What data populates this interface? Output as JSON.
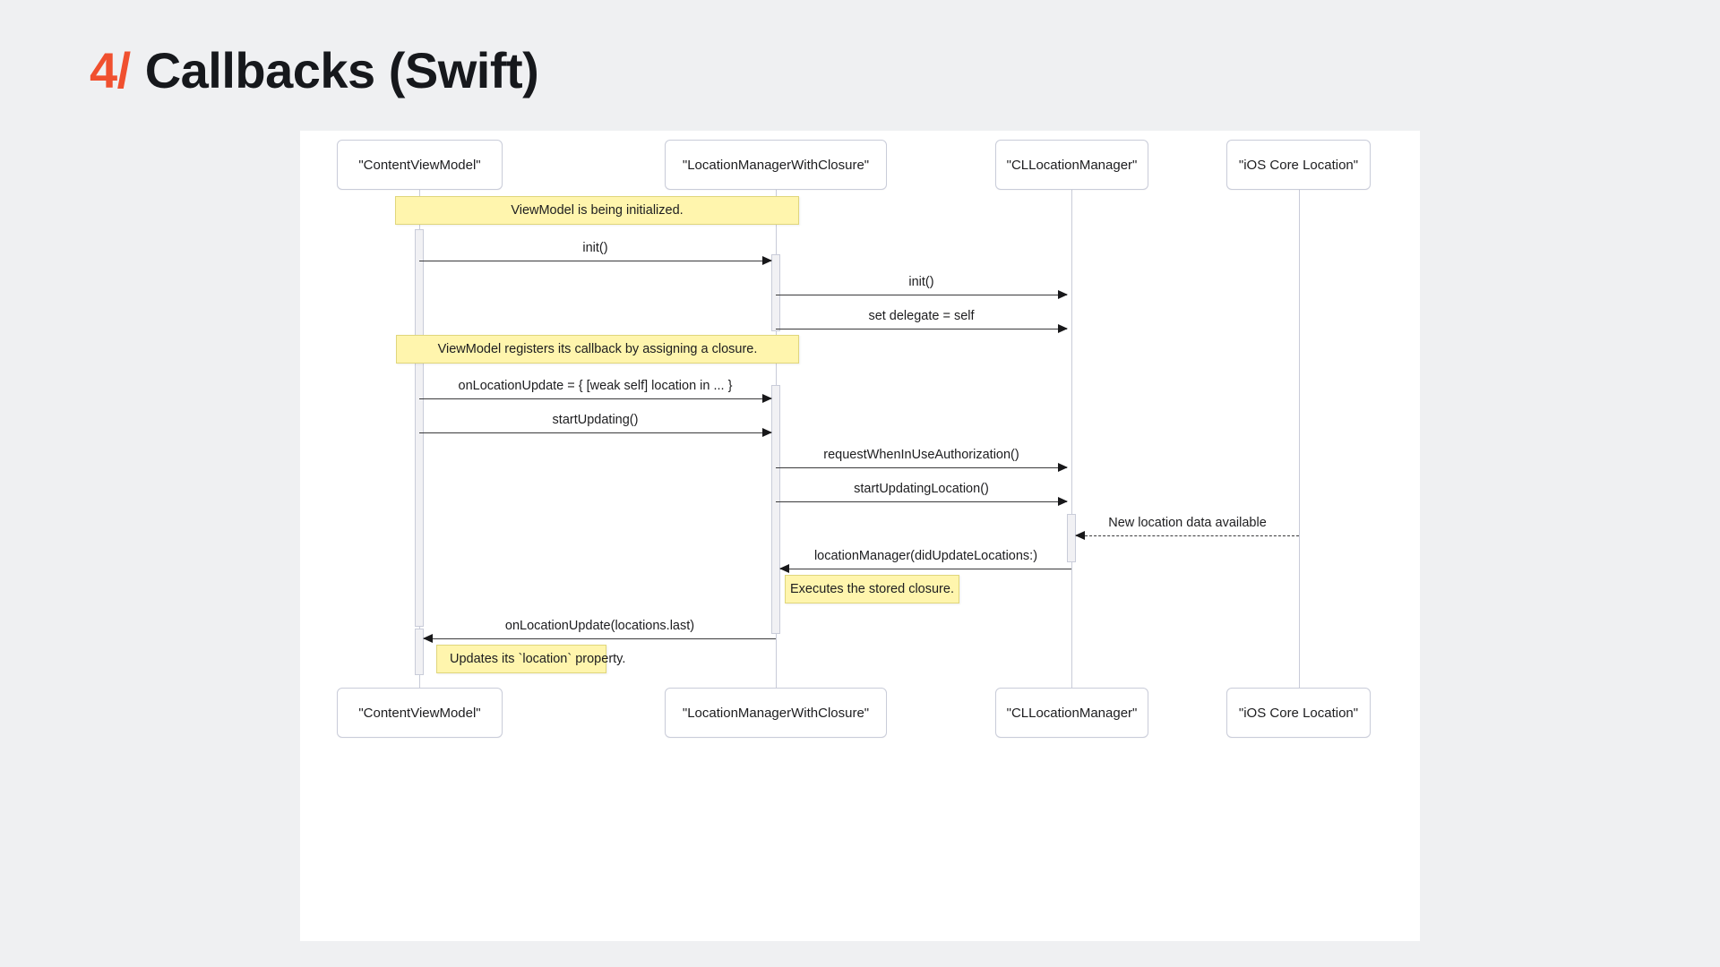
{
  "slide": {
    "number": "4/",
    "title": "Callbacks (Swift)",
    "accent_color": "#f0502f",
    "background_color": "#eff0f2",
    "panel_color": "#ffffff"
  },
  "diagram": {
    "type": "sequence-diagram",
    "note_fill": "#fff5ad",
    "note_border": "#e0d67c",
    "lifeline_color": "#c8cbd8",
    "participants": [
      {
        "id": "vm",
        "label": "\"ContentViewModel\""
      },
      {
        "id": "lmc",
        "label": "\"LocationManagerWithClosure\""
      },
      {
        "id": "clm",
        "label": "\"CLLocationManager\""
      },
      {
        "id": "ios",
        "label": "\"iOS Core Location\""
      }
    ],
    "messages": [
      {
        "label": "init()",
        "from": "vm",
        "to": "lmc",
        "style": "solid",
        "direction": "right"
      },
      {
        "label": "init()",
        "from": "lmc",
        "to": "clm",
        "style": "solid",
        "direction": "right"
      },
      {
        "label": "set delegate = self",
        "from": "lmc",
        "to": "clm",
        "style": "solid",
        "direction": "right"
      },
      {
        "label": "onLocationUpdate = { [weak self] location in ... }",
        "from": "vm",
        "to": "lmc",
        "style": "solid",
        "direction": "right"
      },
      {
        "label": "startUpdating()",
        "from": "vm",
        "to": "lmc",
        "style": "solid",
        "direction": "right"
      },
      {
        "label": "requestWhenInUseAuthorization()",
        "from": "lmc",
        "to": "clm",
        "style": "solid",
        "direction": "right"
      },
      {
        "label": "startUpdatingLocation()",
        "from": "lmc",
        "to": "clm",
        "style": "solid",
        "direction": "right"
      },
      {
        "label": "New location data available",
        "from": "ios",
        "to": "clm",
        "style": "dashed",
        "direction": "left"
      },
      {
        "label": "locationManager(didUpdateLocations:)",
        "from": "clm",
        "to": "lmc",
        "style": "solid",
        "direction": "left"
      },
      {
        "label": "onLocationUpdate(locations.last)",
        "from": "lmc",
        "to": "vm",
        "style": "solid",
        "direction": "left"
      }
    ],
    "notes": [
      {
        "text": "ViewModel is being initialized."
      },
      {
        "text": "ViewModel registers its callback by assigning a closure."
      },
      {
        "text": "Executes the stored closure."
      },
      {
        "text": "Updates its `location` property."
      }
    ]
  }
}
